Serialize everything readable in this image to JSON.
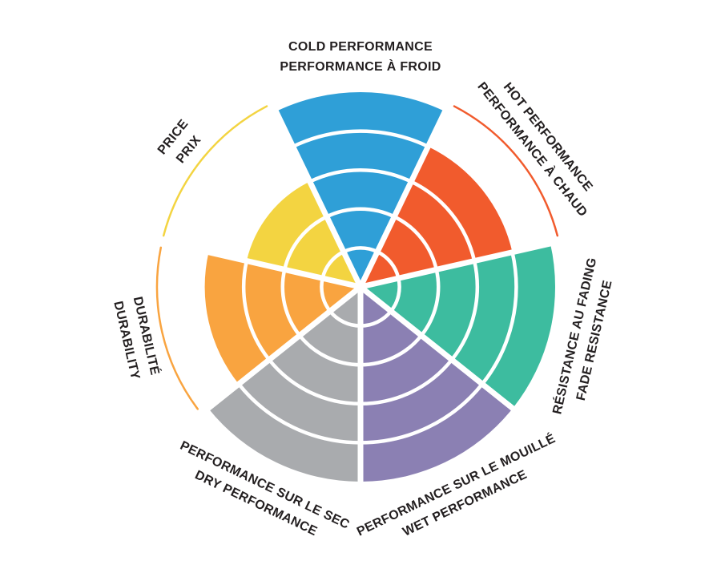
{
  "chart_data": {
    "type": "polar-wheel",
    "background_color": "#ffffff",
    "text_color": "#231f20",
    "scale": {
      "min": 0,
      "max": 5,
      "rings": 5
    },
    "layout": {
      "start": "top",
      "direction": "clockwise",
      "segment_angle_deg": 51.43,
      "legend": "none",
      "grid": "white ring arcs inside wedges"
    },
    "segments": [
      {
        "name": "cold-performance",
        "lines": [
          "COLD PERFORMANCE",
          "PERFORMANCE À FROID"
        ],
        "value": 5,
        "color": "#2f9fd7"
      },
      {
        "name": "hot-performance",
        "lines": [
          "HOT PERFORMANCE",
          "PERFORMANCE À CHAUD"
        ],
        "value": 4,
        "color": "#f15b2d"
      },
      {
        "name": "fade-resistance",
        "lines": [
          "RÉSISTANCE AU FADING",
          "FADE RESISTANCE"
        ],
        "value": 5,
        "color": "#3dbc9f"
      },
      {
        "name": "wet-performance",
        "lines": [
          "PERFORMANCE SUR LE MOUILLÉ",
          "WET PERFORMANCE"
        ],
        "value": 5,
        "color": "#8b80b3"
      },
      {
        "name": "dry-performance",
        "lines": [
          "PERFORMANCE SUR LE SEC",
          "DRY PERFORMANCE"
        ],
        "value": 5,
        "color": "#a9abae"
      },
      {
        "name": "durability",
        "lines": [
          "DURABILITÉ",
          "DURABILITY"
        ],
        "value": 4,
        "color": "#f9a440"
      },
      {
        "name": "price",
        "lines": [
          "PRICE",
          "PRIX"
        ],
        "value": 3,
        "color": "#f3d441"
      }
    ]
  }
}
